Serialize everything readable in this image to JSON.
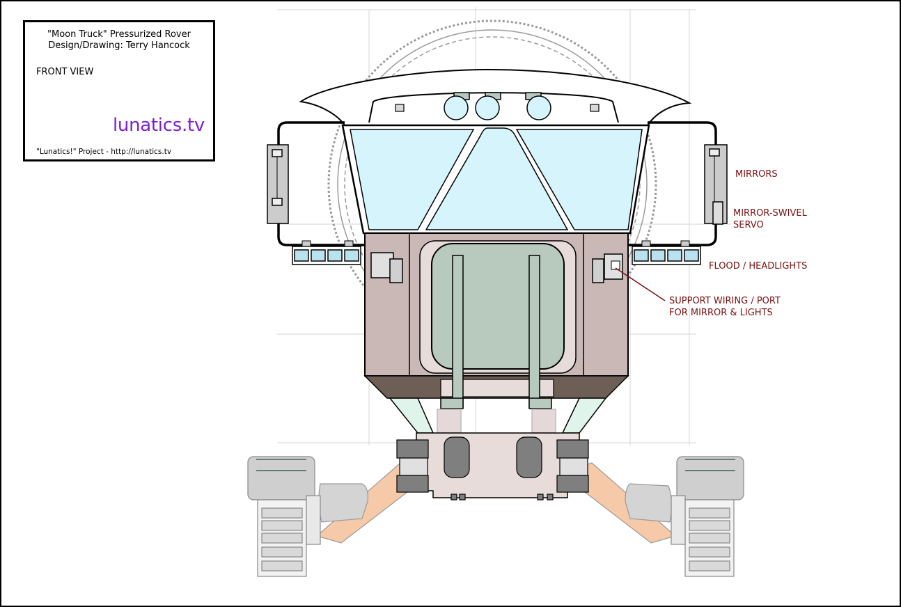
{
  "title_block": {
    "title": "\"Moon Truck\" Pressurized Rover",
    "credit": "Design/Drawing: Terry Hancock",
    "view": "FRONT VIEW",
    "logo_text": "lunatics.tv",
    "footer": "\"Lunatics!\" Project - http://lunatics.tv"
  },
  "callouts": {
    "mirrors": "MIRRORS",
    "mirror_swivel_1": "MIRROR-SWIVEL",
    "mirror_swivel_2": "SERVO",
    "flood_headlights": "FLOOD / HEADLIGHTS",
    "support_wiring_1": "SUPPORT WIRING / PORT",
    "support_wiring_2": "FOR MIRROR & LIGHTS"
  },
  "colors": {
    "logo": "#7a1fd2",
    "callout": "#7a1010",
    "window": "#d6f4fb",
    "cab_body": "#c9b8b6",
    "hatch": "#b8c9be",
    "floor": "#6e5f56",
    "arm": "#f6c9a8",
    "headlight": "#b9e2ee"
  }
}
